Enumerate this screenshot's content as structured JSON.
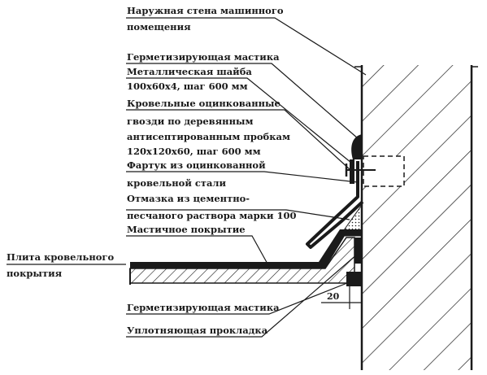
{
  "labels": {
    "outer_wall_1": "Наружная стена машинного",
    "outer_wall_2": "помещения",
    "sealant_top": "Герметизирующая мастика",
    "washer_1": "Металлическая шайба",
    "washer_2": "100х60х4, шаг 600 мм",
    "nails_1": "Кровельные оцинкованные",
    "nails_2": "гвозди по деревянным",
    "nails_3": "антисептированным пробкам",
    "nails_4": "120х120х60, шаг 600 мм",
    "flashing_1": "Фартук из оцинкованной",
    "flashing_2": "кровельной стали",
    "mortar_1": "Отмазка из цементно-",
    "mortar_2": "песчаного раствора марки 100",
    "mastic_cover": "Мастичное покрытие",
    "slab_1": "Плита кровельного",
    "slab_2": "покрытия",
    "sealant_bottom": "Герметизирующая мастика",
    "gasket": "Уплотняющая прокладка"
  },
  "dimension": "20"
}
